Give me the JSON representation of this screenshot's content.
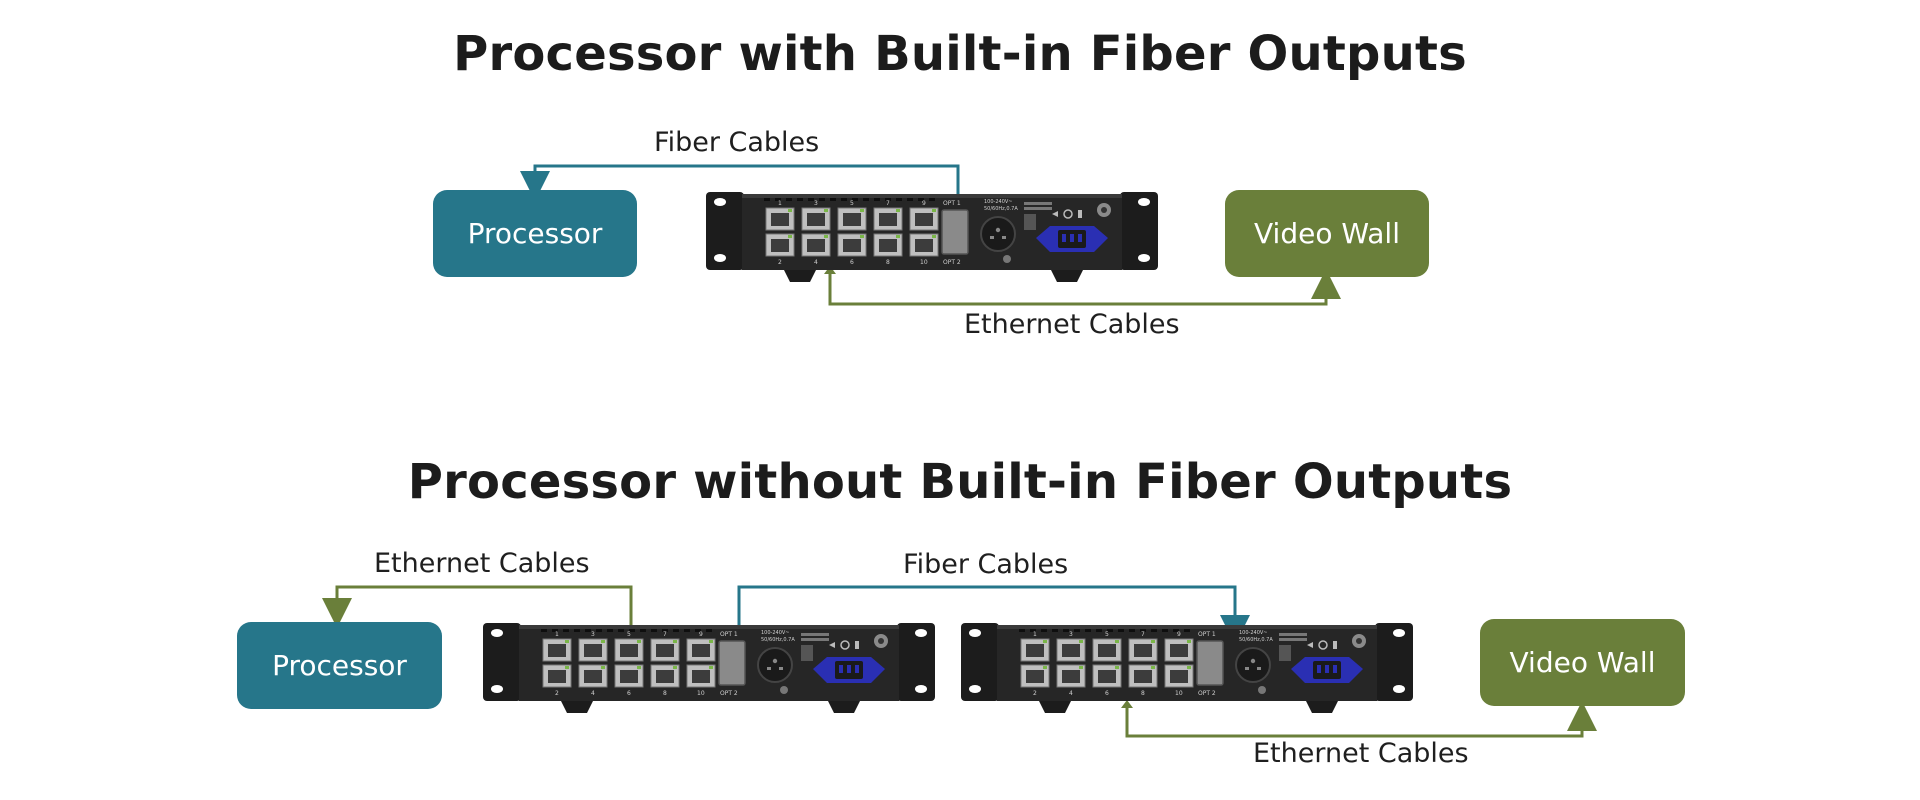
{
  "colors": {
    "fiber": "#26768a",
    "ethernet": "#6a7f3a",
    "processor_box": "#26768a",
    "video_wall_box": "#6a7f3a",
    "connector_blue": "#2a2fb3"
  },
  "top": {
    "title": "Processor with Built-in Fiber Outputs",
    "fiber_label": "Fiber Cables",
    "ethernet_label": "Ethernet Cables",
    "processor_label": "Processor",
    "video_wall_label": "Video Wall"
  },
  "bottom": {
    "title": "Processor without Built-in Fiber Outputs",
    "ethernet_label_left": "Ethernet Cables",
    "fiber_label": "Fiber Cables",
    "ethernet_label_right": "Ethernet Cables",
    "processor_label": "Processor",
    "video_wall_label": "Video Wall"
  },
  "device": {
    "port_top_numbers": [
      "1",
      "3",
      "5",
      "7",
      "9"
    ],
    "port_bottom_numbers": [
      "2",
      "4",
      "6",
      "8",
      "10"
    ],
    "opt1": "OPT 1",
    "opt2": "OPT 2",
    "power_rating": "100-240V~ 50/60Hz,0.7A",
    "icon": "ground-icon"
  }
}
